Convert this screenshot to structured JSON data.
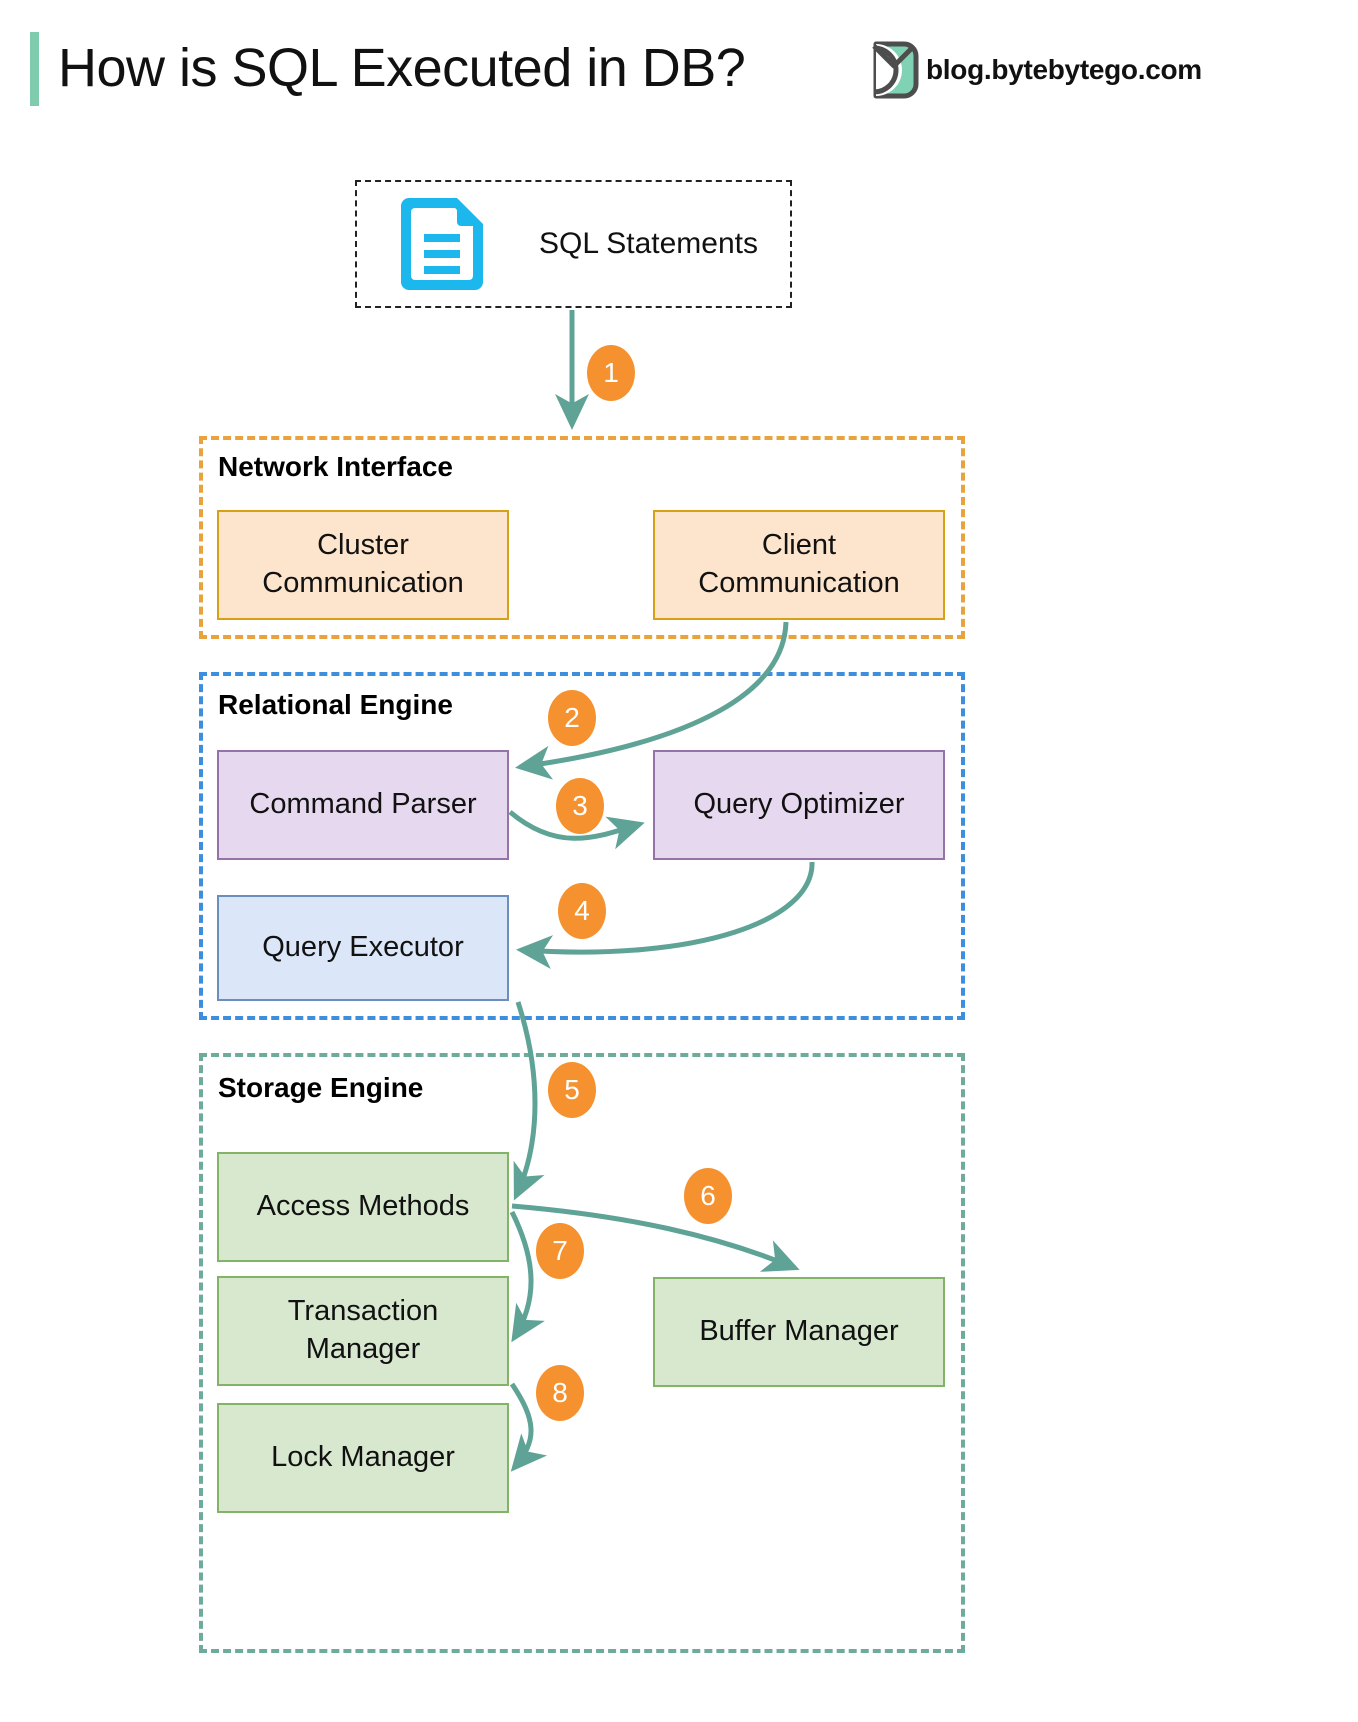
{
  "header": {
    "title": "How is SQL Executed in DB?",
    "brand_text": "blog.bytebytego.com",
    "brand_logo_icon": "bytebytego-logo-icon",
    "accent_color": "#7fcbae"
  },
  "source": {
    "label": "SQL Statements",
    "icon": "document-icon",
    "icon_color": "#1cb7ec",
    "border_style": "dashed"
  },
  "groups": [
    {
      "id": "network-interface",
      "label": "Network Interface",
      "border_color": "#e8a33d",
      "nodes": [
        {
          "id": "cluster-communication",
          "label": "Cluster\nCommunication",
          "line1": "Cluster",
          "line2": "Communication",
          "fill": "#fce4cd",
          "stroke": "#d6a017"
        },
        {
          "id": "client-communication",
          "label": "Client\nCommunication",
          "line1": "Client",
          "line2": "Communication",
          "fill": "#fce4cd",
          "stroke": "#d6a017"
        }
      ]
    },
    {
      "id": "relational-engine",
      "label": "Relational Engine",
      "border_color": "#3d8fdd",
      "nodes": [
        {
          "id": "command-parser",
          "label": "Command Parser",
          "fill": "#e6d8ef",
          "stroke": "#9673a6"
        },
        {
          "id": "query-optimizer",
          "label": "Query Optimizer",
          "fill": "#e6d8ef",
          "stroke": "#9673a6"
        },
        {
          "id": "query-executor",
          "label": "Query Executor",
          "fill": "#dbe7f8",
          "stroke": "#6c8ebf"
        }
      ]
    },
    {
      "id": "storage-engine",
      "label": "Storage Engine",
      "border_color": "#6fab9c",
      "nodes": [
        {
          "id": "access-methods",
          "label": "Access Methods",
          "fill": "#d7e8cf",
          "stroke": "#82b366"
        },
        {
          "id": "transaction-manager",
          "label": "Transaction\nManager",
          "line1": "Transaction",
          "line2": "Manager",
          "fill": "#d7e8cf",
          "stroke": "#82b366"
        },
        {
          "id": "lock-manager",
          "label": "Lock Manager",
          "fill": "#d7e8cf",
          "stroke": "#82b366"
        },
        {
          "id": "buffer-manager",
          "label": "Buffer Manager",
          "fill": "#d7e8cf",
          "stroke": "#82b366"
        }
      ]
    }
  ],
  "steps": [
    {
      "number": "1",
      "from": "SQL Statements",
      "to": "Network Interface"
    },
    {
      "number": "2",
      "from": "Client Communication",
      "to": "Command Parser"
    },
    {
      "number": "3",
      "from": "Command Parser",
      "to": "Query Optimizer"
    },
    {
      "number": "4",
      "from": "Query Optimizer",
      "to": "Query Executor"
    },
    {
      "number": "5",
      "from": "Query Executor",
      "to": "Access Methods"
    },
    {
      "number": "6",
      "from": "Access Methods",
      "to": "Buffer Manager"
    },
    {
      "number": "7",
      "from": "Access Methods",
      "to": "Transaction Manager"
    },
    {
      "number": "8",
      "from": "Transaction Manager",
      "to": "Lock Manager"
    }
  ],
  "colors": {
    "arrow": "#5fa396",
    "badge": "#f5922f",
    "badge_text": "#ffffff"
  }
}
